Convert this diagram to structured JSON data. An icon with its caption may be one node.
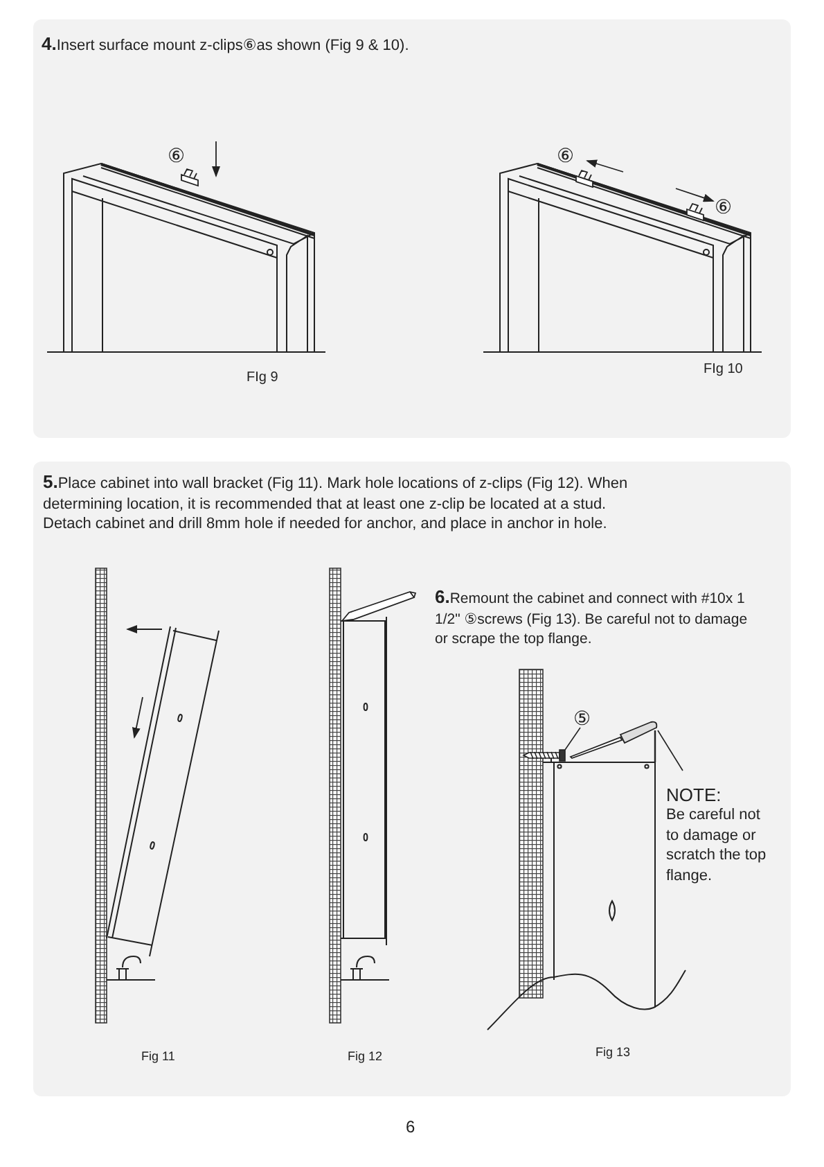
{
  "diagram": {
    "nodes": [
      {
        "text": [
          "⑤"
        ]
      },
      {
        "text": [
          "NOTE:",
          "Be careful not to damage or scratch the top flange."
        ]
      },
      {
        "text": [],
        "shape": "bar"
      },
      {
        "text": [],
        "shape": "picture"
      }
    ],
    "edges": [
      {
        "from": 0,
        "to": 3,
        "arrow": "none"
      },
      {
        "from": 1,
        "to": 2,
        "arrow": "none"
      }
    ],
    "labels": [
      "**4.**Insert surface mount z-clips⑥as shown (Fig 9 & 10).",
      "⑥",
      "FIg 9",
      "⑥",
      "⑥",
      "FIg 10",
      "**5.**Place cabinet into wall bracket (Fig 11). Mark hole locations of z-clips (Fig 12). When determining location, it is recommended that at least one z-clip be located at a stud. Detach cabinet and drill 8mm hole if needed for anchor, and place in anchor in hole.",
      "**6.**Remount the cabinet and connect with #10x 1 1/2\" ⑤screws (Fig 13). Be careful not to damage or scrape the top flange.",
      "Fig 11",
      "Fig 12",
      "Fig 13",
      "6"
    ]
  }
}
